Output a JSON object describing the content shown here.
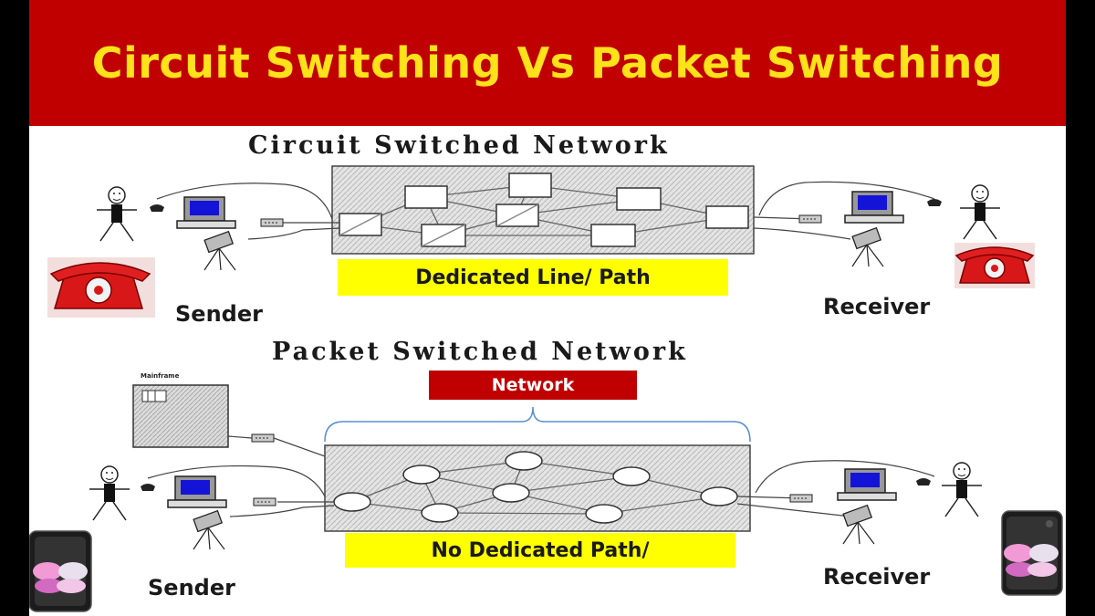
{
  "title": "Circuit Switching Vs Packet Switching",
  "circuit": {
    "heading": "Circuit Switched Network",
    "path_label": "Dedicated Line/ Path",
    "sender": "Sender",
    "receiver": "Receiver"
  },
  "packet": {
    "heading": "Packet Switched Network",
    "network_label": "Network",
    "path_label": "No Dedicated Path/",
    "mainframe_label": "Mainframe",
    "sender": "Sender",
    "receiver": "Receiver"
  },
  "colors": {
    "banner": "#c00000",
    "title_text": "#ffe21a",
    "highlight": "#ffff00",
    "phone_red": "#d81818",
    "screen_blue": "#1414d8"
  },
  "icons": [
    "stick-figure-icon",
    "computer-icon",
    "modem-icon",
    "camera-icon",
    "red-telephone-icon",
    "smartphone-icon",
    "mainframe-icon",
    "switch-icon",
    "router-node-icon"
  ]
}
